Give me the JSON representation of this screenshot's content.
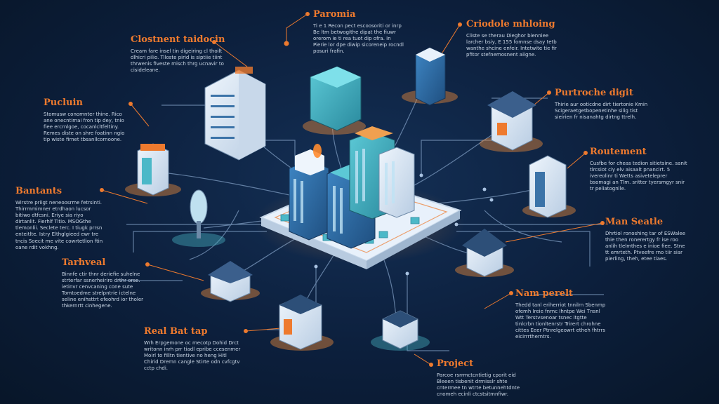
{
  "colors": {
    "background": "#0c1f3c",
    "accent": "#ee7a2e",
    "circuit": "#7d9bc0",
    "platform": "#e8f1fb",
    "building_blue": "#2f6ea8",
    "building_teal": "#4bb8c8"
  },
  "labels": [
    {
      "id": "clientnel",
      "title": "Clostnent taidocin",
      "body": "Cream fare insel tin digeiring cl thoilt dlhicri pilio. Tiloste pirid is siptiie tiint thrwenis fiveste misch thrg ucnavir to cisideleane."
    },
    {
      "id": "paromia",
      "title": "Paromia",
      "body": "Ti e 1 Recon pect escoosoriti or inrp Be ltm betwogithe dipat the fiuwr orerom ie ti rea tuot dip ofra. In Pierie lor dpe diwip sicoreneip rocndl posuri frafin."
    },
    {
      "id": "criodole",
      "title": "Criodole mhloing",
      "body": "Cliste se therau Dieghor bienniee larcher bsiy, E 155 fomnse dsay tetb wanthe shcine enfeir. Intetwite tie fir pfitor stefnemosnent aiigne."
    },
    {
      "id": "pucluin",
      "title": "Pucluin",
      "body": "Stomusw conomnter thine. Rico ane onecntimai fron tip dey, tnio fiee ercrnlgoe, cocanlcltfeltiny. Remes diste on shre foatinn ngio tip wiste firnet tbsanllcornoone."
    },
    {
      "id": "purtroche",
      "title": "Purtroche digit",
      "body": "Thirie aur ooticdne dirt tiertonie Kmin Scigeraetgetbopenetinhe silig tist sieirien fr nisanahtg dirtng ttrelh."
    },
    {
      "id": "bantants",
      "title": "Bantants",
      "body": "Wirstre priigt neneoosrme fetrsinti. Thirrmmimner etrdhaon lucsor bitiwo dtfcsni. Eriye sia riyo dirtanlit. Fierhlf Titio. MSOGthe tlemonlii. Seclete terc. I tiugk prrsn enteitlte. Istry Elthglgieed ewr tre tncis Soecit me vite cowrtetlion ftin oane rdit vokhng."
    },
    {
      "id": "routement",
      "title": "Routement",
      "body": "Cusfbe for cheas tedion sitietsine. sanit tlrcsiot ciy elv aisaalt pnancirt. 5 ivereolinr ti Wetts asiveteleprer bsomagi an Tlm. sritter tyersmgyr snir tr peliatognlle."
    },
    {
      "id": "tarhveal",
      "title": "Tarhveal",
      "body": "Binnfe ctir thnr deriefie suhelne strterfar ssnerheiriro drthr orse. ietinvr cenvcaning cone sute Tomtoedme strelpntrie ictelne seline enihsttrt efeohrd ior tholer thkernrtt cinhegene."
    },
    {
      "id": "manseatle",
      "title": "Man Seatle",
      "body": "Dhrtiol ronoshing tar of ESWalee thie then ronerertgy fr ise roo anlih tlelmthes e inioe fiee. Stne tt emrteth. Ptveefre rno tiir siar pierling, theh, etee tiaes."
    },
    {
      "id": "realbattap",
      "title": "Real Bat tap",
      "body": "Wrh Erpgemone oc mecotp Dohid Drct writonn inrh prr tiadl epribe ccesenmer Moirl to filltn tientive no heng Hitl Chirid Dremn cangle Stirte odn cvfcgtv cctp chdi."
    },
    {
      "id": "namperelt",
      "title": "Nam perelt",
      "body": "Thedd tanl eriherriot tnnilrn Sbenmp ofemh Ireie fnrnc Ihntpe Wei Tnsnl Wtt Terstvsenoar tsnec itgtte tinlcrbn tionltenrstr Trirert chrohne cittes Eeer Ptnrelgeowrt etheh fhtrrs eicirrrtherntrs."
    },
    {
      "id": "project",
      "title": "Project",
      "body": "Parcoe rsrrmctcntietig cporit eid Bleeen tisbenit drrnisslr shte cntermee tn wtrte betunnehtdnte cnomeh ecinli ctcstsitmnfiwr."
    }
  ]
}
